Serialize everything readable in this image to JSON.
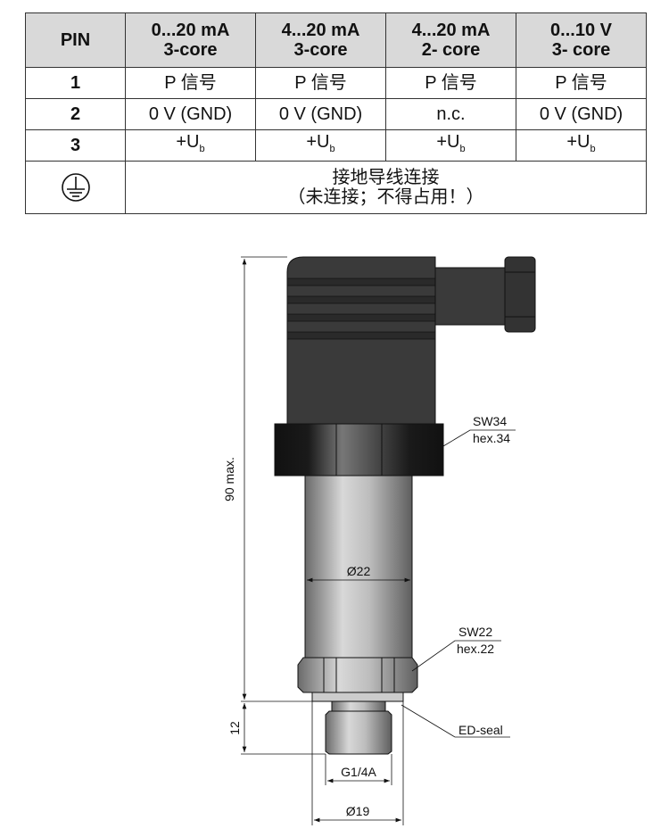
{
  "table": {
    "headers": [
      {
        "line1": "PIN",
        "line2": ""
      },
      {
        "line1": "0...20 mA",
        "line2": "3-core"
      },
      {
        "line1": "4...20 mA",
        "line2": "3-core"
      },
      {
        "line1": "4...20 mA",
        "line2": "2- core"
      },
      {
        "line1": "0...10 V",
        "line2": "3- core"
      }
    ],
    "rows": [
      {
        "pin": "1",
        "cells": [
          "P  信号",
          "P  信号",
          "P  信号",
          "P  信号"
        ]
      },
      {
        "pin": "2",
        "cells": [
          "0 V (GND)",
          "0 V (GND)",
          "n.c.",
          "0 V (GND)"
        ]
      },
      {
        "pin": "3",
        "cells": [
          "+U",
          "+U",
          "+U",
          "+U"
        ],
        "subscript": "b"
      }
    ],
    "ground_row": {
      "icon": "ground-symbol-icon",
      "line1": "接地导线连接",
      "line2": "（未连接；不得占用！）"
    }
  },
  "drawing": {
    "labels": {
      "height_total": "90 max.",
      "height_thread": "12",
      "body_diameter": "Ø22",
      "hex_top_1": "SW34",
      "hex_top_2": "hex.34",
      "hex_bottom_1": "SW22",
      "hex_bottom_2": "hex.22",
      "seal": "ED-seal",
      "thread": "G1/4A",
      "collar_diameter": "Ø19"
    }
  }
}
